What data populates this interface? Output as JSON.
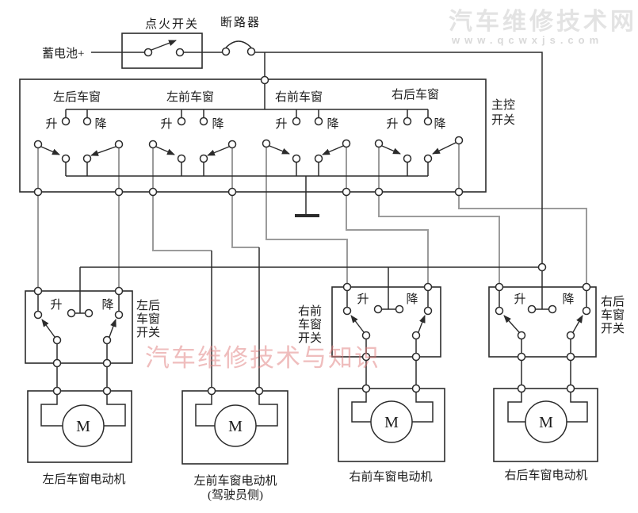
{
  "diagram": {
    "watermark_top": {
      "text": "汽车维修技术网",
      "url": "www.qcwxjs.com"
    },
    "watermark_center": "汽车维修技术与知识",
    "power": {
      "battery": "蓄电池+",
      "ignition": "点火开关",
      "breaker": "断路器"
    },
    "master_switch": {
      "label_line1": "主控",
      "label_line2": "开关",
      "up": "升",
      "down": "降",
      "units": [
        "左后车窗",
        "左前车窗",
        "右前车窗",
        "右后车窗"
      ]
    },
    "sub_switches": [
      {
        "line1": "左后",
        "line2": "车窗",
        "line3": "开关"
      },
      {
        "line1": "右前",
        "line2": "车窗",
        "line3": "开关"
      },
      {
        "line1": "右后",
        "line2": "车窗",
        "line3": "开关"
      }
    ],
    "motors": {
      "symbol": "M",
      "labels": [
        "左后车窗电动机",
        "左前车窗电动机",
        "右前车窗电动机",
        "右后车窗电动机"
      ],
      "driver_note": "(驾驶员侧)"
    }
  }
}
